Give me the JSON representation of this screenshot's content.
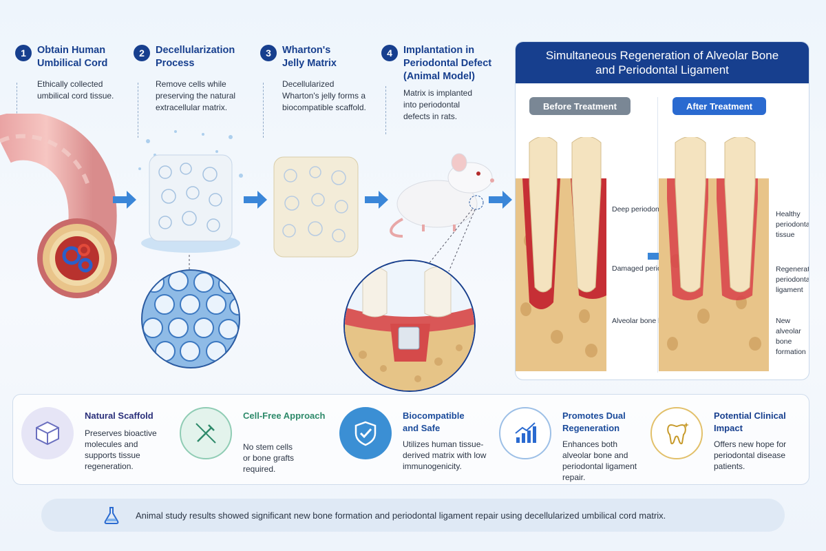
{
  "steps": [
    {
      "number": "1",
      "title": "Obtain Human Umbilical Cord",
      "description": "Ethically collected umbilical cord tissue."
    },
    {
      "number": "2",
      "title": "Decellularization Process",
      "description": "Remove cells while preserving the natural extracellular matrix."
    },
    {
      "number": "3",
      "title": "Wharton's Jelly Matrix",
      "description": "Decellularized Wharton's jelly forms a biocompatible scaffold."
    },
    {
      "number": "4",
      "title": "Implantation in Periodontal Defect (Animal Model)",
      "description": "Matrix is implanted into periodontal defects in rats."
    }
  ],
  "panel": {
    "title": "Simultaneous Regeneration of Alveolar Bone and Periodontal Ligament",
    "before_label": "Before Treatment",
    "after_label": "After Treatment",
    "before_callouts": [
      "Deep periodontal pocket",
      "Damaged periodontal ligament",
      "Alveolar bone loss"
    ],
    "after_callouts": [
      "Healthy periodontal tissue",
      "Regenerated periodontal ligament",
      "New alveolar bone formation"
    ]
  },
  "benefits": [
    {
      "title": "Natural Scaffold",
      "description": "Preserves bioactive molecules and supports tissue regeneration.",
      "icon": "cube-scaffold-icon",
      "color": "#3a3f9a"
    },
    {
      "title": "Cell-Free Approach",
      "description": "No stem cells or bone grafts required.",
      "icon": "crossed-syringe-icon",
      "color": "#2e8a6a"
    },
    {
      "title": "Biocompatible and Safe",
      "description": "Utilizes human tissue-derived matrix with low immunogenicity.",
      "icon": "shield-check-icon",
      "color": "#1a5aa0"
    },
    {
      "title": "Promotes Dual Regeneration",
      "description": "Enhances both alveolar bone and periodontal ligament repair.",
      "icon": "growth-chart-icon",
      "color": "#1a4a9a"
    },
    {
      "title": "Potential Clinical Impact",
      "description": "Offers new hope for periodontal disease patients.",
      "icon": "tooth-sparkle-icon",
      "color": "#173f8e"
    }
  ],
  "footer": {
    "text": "Animal study results showed significant new bone formation and periodontal ligament repair using decellularized umbilical cord matrix.",
    "icon": "flask-icon"
  },
  "colors": {
    "primary": "#173f8e",
    "accent_arrow": "#3a86d8",
    "gum": "#d94a4a",
    "bone": "#e9c98f"
  }
}
